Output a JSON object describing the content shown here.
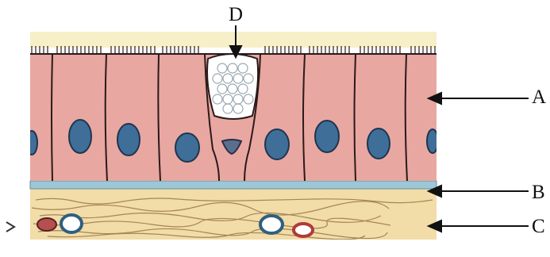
{
  "labels": {
    "a": "A",
    "b": "B",
    "c": "C",
    "d": "D"
  },
  "colors": {
    "cell_fill": "#e9a7a1",
    "cell_border": "#2a1a1a",
    "nucleus": "#3f6f98",
    "basement_membrane": "#9cc7d6",
    "connective_tissue": "#f2dca8",
    "goblet_mucus": "#ffffff",
    "cilia_band": "#f3ecc0"
  },
  "icons": [
    "arrow-left-icon",
    "arrow-down-icon"
  ]
}
